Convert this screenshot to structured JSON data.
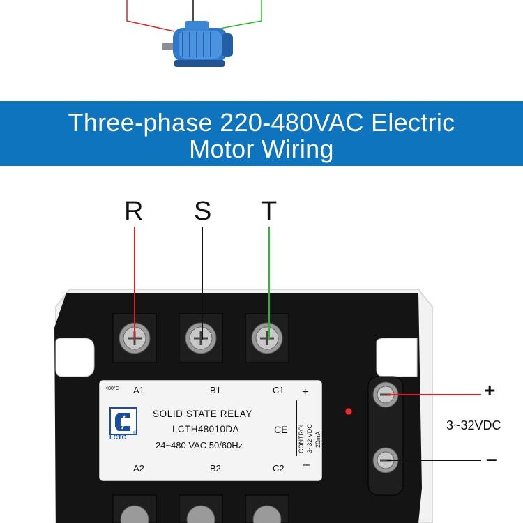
{
  "banner": {
    "line1": "Three-phase 220-480VAC Electric",
    "line2": "Motor Wiring"
  },
  "colors": {
    "banner_bg": "#0e74bd",
    "wire_r": "#e02020",
    "wire_s": "#111111",
    "wire_t": "#22c022",
    "relay_body": "#111111",
    "label_bg": "#f4f4f4",
    "logo_blue": "#1a4fa0"
  },
  "phases": {
    "r": "R",
    "s": "S",
    "t": "T"
  },
  "relay": {
    "temp": "<80°C",
    "a1": "A1",
    "b1": "B1",
    "c1": "C1",
    "a2": "A2",
    "b2": "B2",
    "c2": "C2",
    "title": "SOLID STATE RELAY",
    "model": "LCTH48010DA",
    "rating": "24~480 VAC  50/60Hz",
    "ce": "CE",
    "control": "CONTROL",
    "vdc": "3~32 VDC",
    "ma": "20mA",
    "plus": "+",
    "minus": "–",
    "logo_text": "LCTC",
    "logo_reg": "®"
  },
  "control_input": {
    "plus": "+",
    "voltage": "3~32VDC",
    "minus": "–"
  },
  "icons": [
    "motor-icon",
    "screw-terminal-icon",
    "lctc-logo-icon",
    "led-indicator-icon"
  ]
}
